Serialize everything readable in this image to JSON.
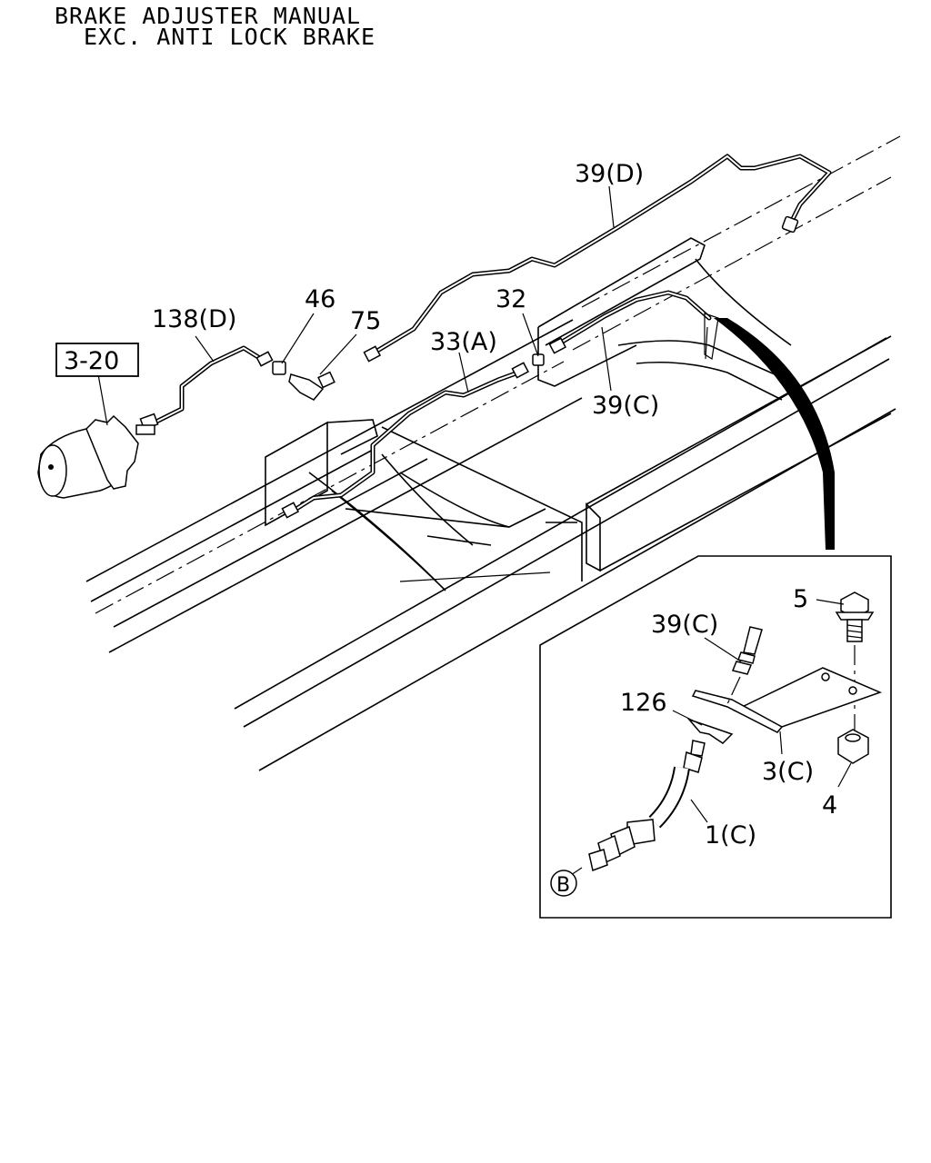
{
  "title": {
    "line1": "BRAKE ADJUSTER MANUAL",
    "line2": "EXC. ANTI LOCK BRAKE"
  },
  "callouts": {
    "ref_box": "3-20",
    "pipe_138d": "138(D)",
    "part_46": "46",
    "part_75": "75",
    "pipe_33a": "33(A)",
    "part_32": "32",
    "pipe_39d": "39(D)",
    "pipe_39c": "39(C)"
  },
  "detail": {
    "bolt_5": "5",
    "pipe_39c": "39(C)",
    "clip_126": "126",
    "bracket_3c": "3(C)",
    "nut_4": "4",
    "hose_1c": "1(C)",
    "connector_b": "B"
  }
}
